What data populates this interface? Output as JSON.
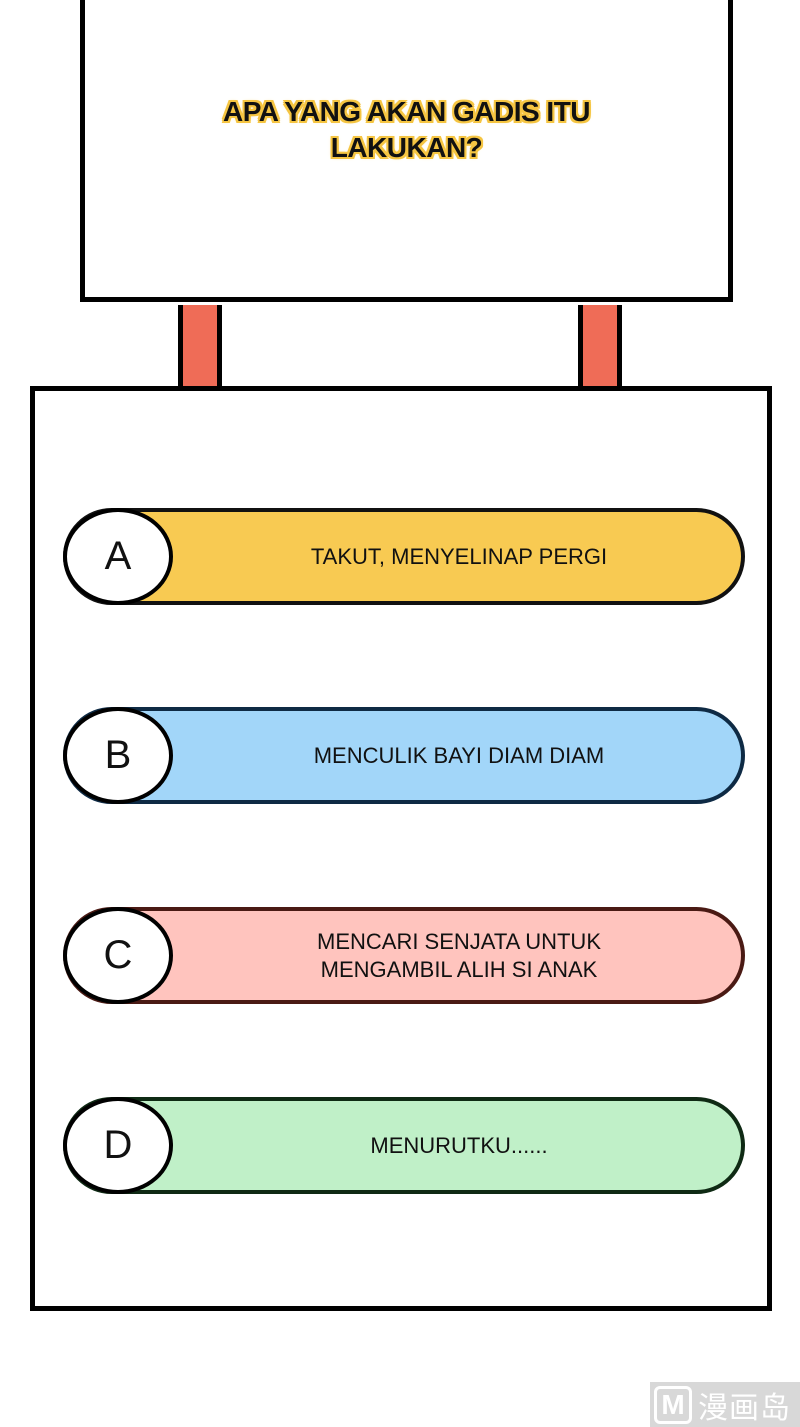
{
  "question": {
    "line1": "APA YANG AKAN GADIS ITU",
    "line2": "LAKUKAN?"
  },
  "colors": {
    "post": "#ef6c57",
    "question_glow": "#f5c542"
  },
  "options": [
    {
      "letter": "A",
      "text": "TAKUT, MENYELINAP PERGI",
      "fill": "#f8ca52",
      "border": "#111111"
    },
    {
      "letter": "B",
      "text": "MENCULIK BAYI DIAM DIAM",
      "fill": "#a2d6f9",
      "border": "#0e2a44"
    },
    {
      "letter": "C",
      "text_line1": "MENCARI SENJATA UNTUK",
      "text_line2": "MENGAMBIL ALIH SI ANAK",
      "fill": "#ffc4be",
      "border": "#4a1a14"
    },
    {
      "letter": "D",
      "text": "MENURUTKU......",
      "fill": "#c0f0c8",
      "border": "#0f2a14"
    }
  ],
  "watermark": {
    "logo": "M",
    "text": "漫画岛"
  }
}
